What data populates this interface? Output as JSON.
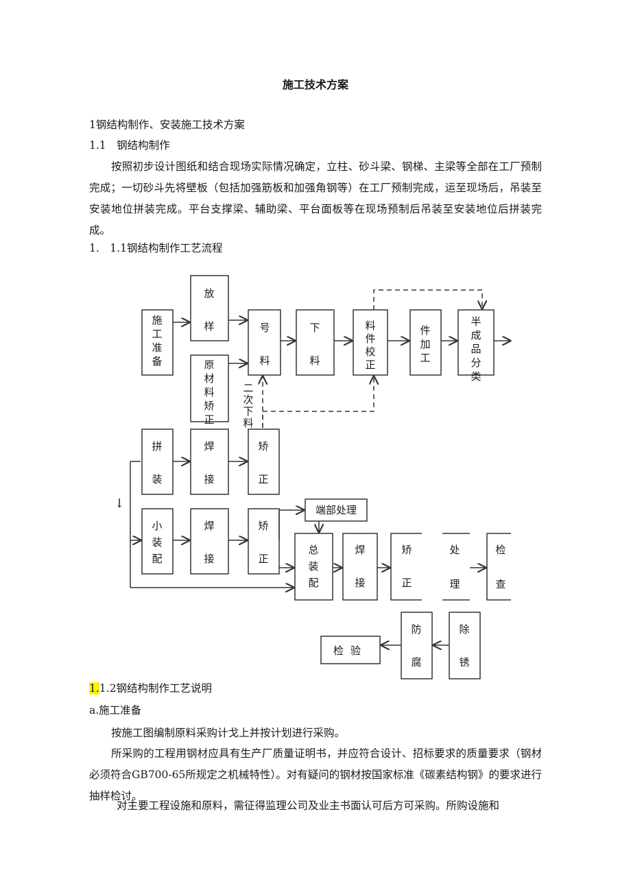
{
  "doc": {
    "title": "施工技术方案",
    "sec1": "1钢结构制作、安装施工技术方案",
    "sec11": "1.1　钢结构制作",
    "para1": "按照初步设计图纸和结合现场实际情况确定，立柱、砂斗梁、钢梯、主梁等全部在工厂预制完成；一切砂斗先将壁板（包括加强筋板和加强角钢等）在工厂预制完成，运至现场后，吊装至安装地位拼装完成。平台支撑梁、辅助梁、平台面板等在现场预制后吊装至安装地位后拼装完成。",
    "sec111": "1.　1.1钢结构制作工艺流程",
    "sec112_hl": "1.",
    "sec112_rest": "1.2钢结构制作工艺说明",
    "sub_a": "a.施工准备",
    "para2": "按施工图编制原料采购计戈上并按计划进行采购。",
    "para3": "所采购的工程用钢材应具有生产厂质量证明书，并应符合设计、招标要求的质量要求（钢材必须符合GB700-65所规定之机械特性）。对有疑问的钢材按国家标准《碳素结构钢》的要求进行抽样检讨。",
    "para4": "对主要工程设施和原料，需征得监理公司及业主书面认可后方可采购。所购设施和"
  },
  "flow": {
    "n_prep": "施工准备",
    "n_layout": "放样",
    "n_raw": "原材料矫正",
    "n_mark": "号料",
    "n_cut": "下料",
    "n_part_correct": "料件校正",
    "n_part_proc": "件加工",
    "n_semi": "半成品分类",
    "n_assemble": "拼装",
    "n_weld1": "焊接",
    "n_correct1": "矫正",
    "n_small": "小装配",
    "n_weld2": "焊接",
    "n_correct2": "矫正",
    "n_end": "端部处理",
    "n_total": "总装配",
    "n_weld3": "焊接",
    "n_correct3": "矫正",
    "n_treat": "处理",
    "n_check": "检查",
    "n_rust": "除锈",
    "n_anti": "防腐",
    "n_inspect": "检验",
    "second_cut": "二次下料",
    "arrow_mark": "↓"
  }
}
